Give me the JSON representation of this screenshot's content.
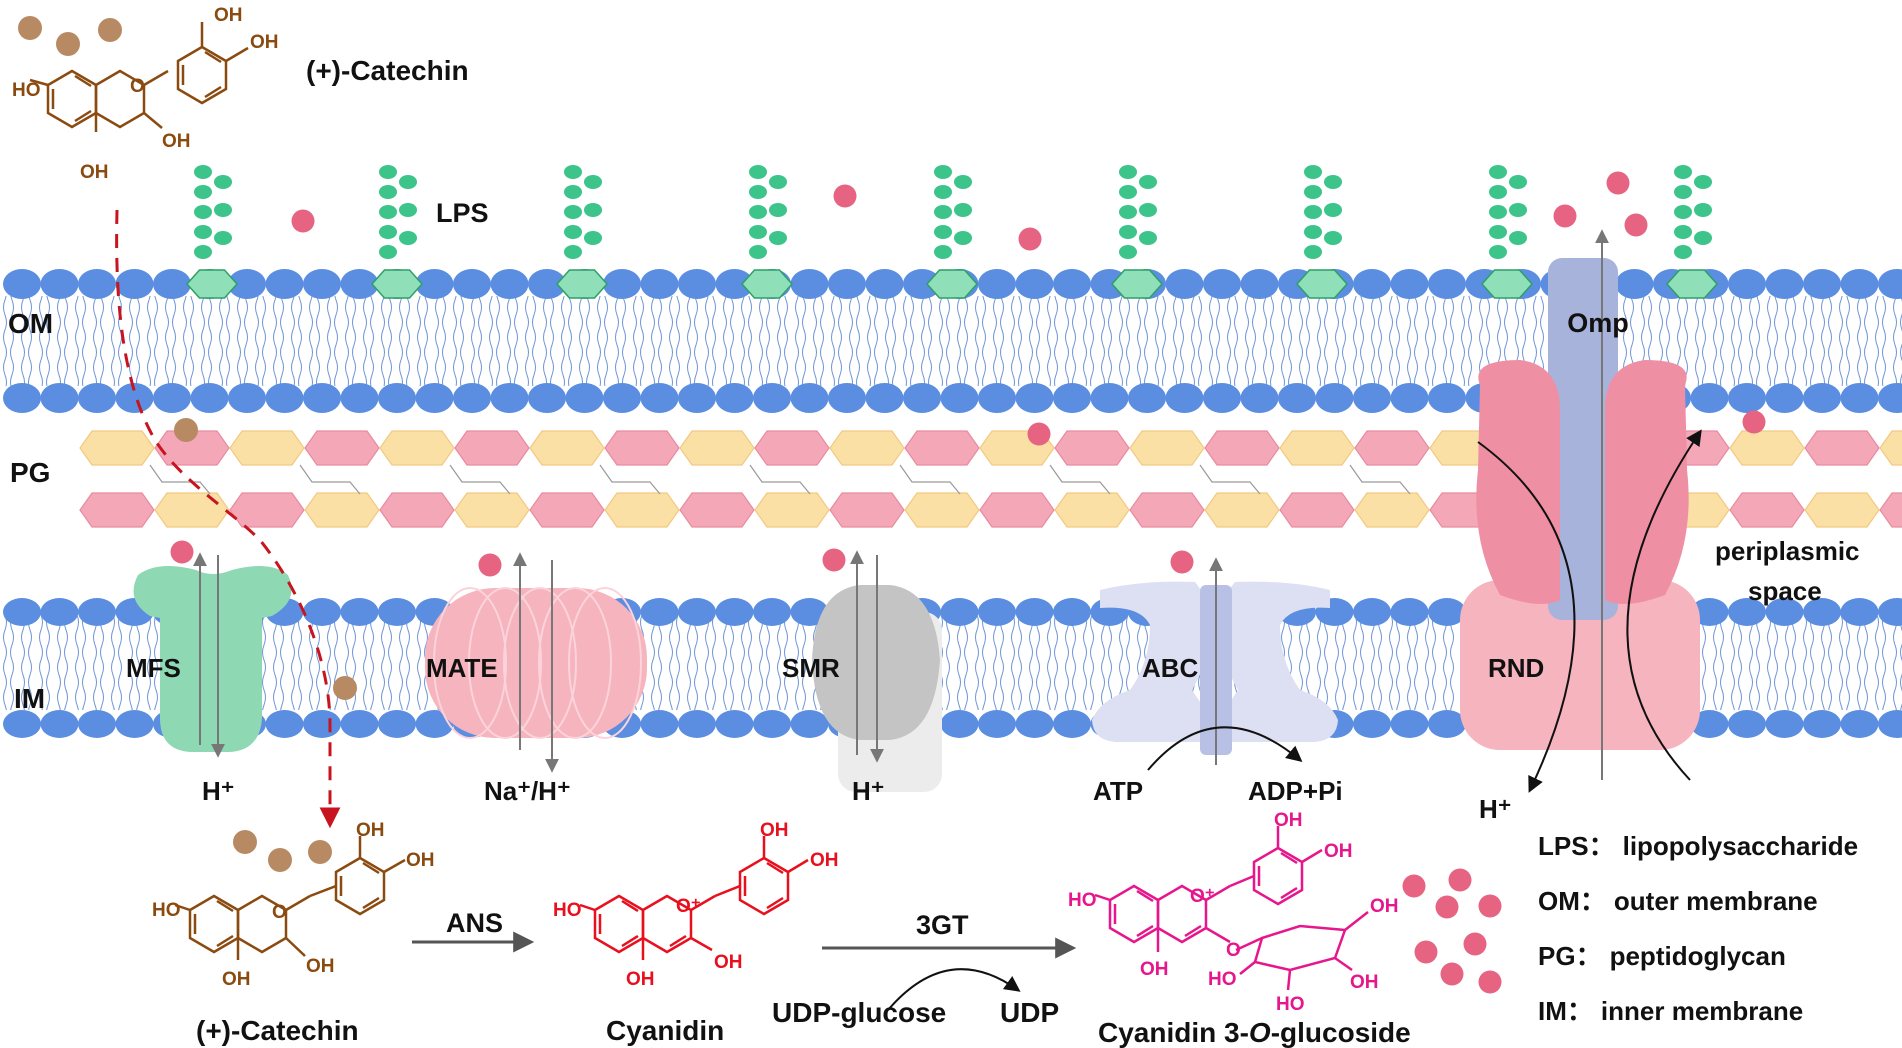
{
  "layer_labels": {
    "om": "OM",
    "pg": "PG",
    "im": "IM"
  },
  "lps_label": "LPS",
  "catechin_top_label": "(+)-Catechin",
  "transporters": {
    "mfs": "MFS",
    "mate": "MATE",
    "smr": "SMR",
    "abc": "ABC",
    "rnd": "RND",
    "omp": "Omp"
  },
  "ions": {
    "mfs": "H⁺",
    "mate": "Na⁺/H⁺",
    "smr": "H⁺",
    "abc_atp": "ATP",
    "abc_adp": "ADP+Pi",
    "rnd": "H⁺"
  },
  "periplasmic_label": {
    "line1": "periplasmic",
    "line2": "space"
  },
  "pathway": {
    "catechin": "(+)-Catechin",
    "enzyme1": "ANS",
    "cyanidin": "Cyanidin",
    "enzyme2": "3GT",
    "udp_glucose": "UDP-glucose",
    "udp": "UDP",
    "product_prefix": "Cyanidin 3-",
    "product_italic": "O",
    "product_suffix": "-glucoside"
  },
  "atom_labels": {
    "oh": "OH",
    "ho": "HO",
    "o": "O",
    "oplus": "O⁺"
  },
  "legend": [
    {
      "abbr": "LPS",
      "sep": "：",
      "text": "lipopolysaccharide"
    },
    {
      "abbr": "OM",
      "sep": "：",
      "text": "outer membrane"
    },
    {
      "abbr": "PG",
      "sep": "：",
      "text": "peptidoglycan"
    },
    {
      "abbr": "IM",
      "sep": "：",
      "text": "inner membrane"
    }
  ],
  "colors": {
    "lipid_head": "#5b8ee0",
    "lps_green": "#3cc48a",
    "lps_hex_fill": "#8fe0b8",
    "pg_yellow": "#fbe0a6",
    "pg_pink": "#f4a7b7",
    "catechin_brown": "#8a4a10",
    "catechin_dot": "#b88a64",
    "cyanidin_red": "#e8101e",
    "c3g_magenta": "#e6168c",
    "product_dot": "#e66482",
    "mfs_green": "#8fd8b4",
    "mate_pink": "#f6b4bf",
    "smr_gray": "#c4c4c4",
    "abc_lavender": "#dde0f2",
    "rnd_pink": "#ef8fa3",
    "omp_blue": "#a8b3dc",
    "path_red": "#c8141e"
  }
}
